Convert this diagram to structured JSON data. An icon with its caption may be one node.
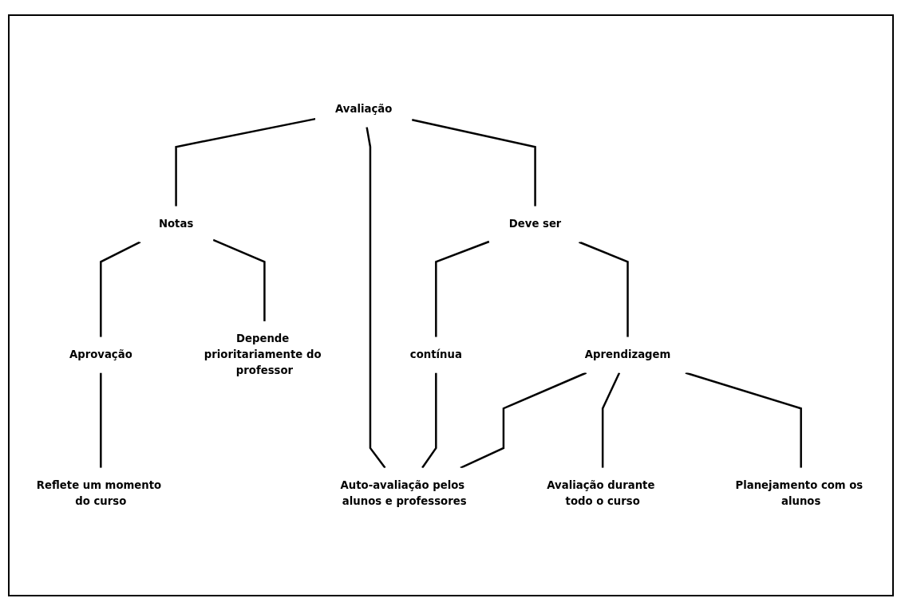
{
  "diagram": {
    "nodes": [
      {
        "text": [
          "Avaliação"
        ]
      },
      {
        "text": [
          "Notas"
        ]
      },
      {
        "text": [
          "Aprovação"
        ]
      },
      {
        "text": [
          "Depende prioritariamente do professor"
        ]
      },
      {
        "text": [
          "Reflete um momento do curso"
        ]
      },
      {
        "text": [
          "Deve ser"
        ]
      },
      {
        "text": [
          "contínua"
        ]
      },
      {
        "text": [
          "Aprendizagem"
        ]
      },
      {
        "text": [
          "Avaliação durante todo o curso"
        ]
      },
      {
        "text": [
          "Auto-avaliação pelos alunos e professores"
        ]
      },
      {
        "text": [
          "Planejamento com os alunos"
        ]
      }
    ],
    "edges": [
      {
        "from": 0,
        "to": 1,
        "arrow": "none"
      },
      {
        "from": 1,
        "to": 2,
        "arrow": "none"
      },
      {
        "from": 1,
        "to": 3,
        "arrow": "none"
      },
      {
        "from": 2,
        "to": 4,
        "arrow": "none"
      },
      {
        "from": 0,
        "to": 5,
        "arrow": "none"
      },
      {
        "from": 0,
        "to": 9,
        "arrow": "none"
      },
      {
        "from": 5,
        "to": 6,
        "arrow": "none"
      },
      {
        "from": 5,
        "to": 7,
        "arrow": "none"
      },
      {
        "from": 6,
        "to": 9,
        "arrow": "none"
      },
      {
        "from": 7,
        "to": 9,
        "arrow": "none"
      },
      {
        "from": 7,
        "to": 8,
        "arrow": "none"
      },
      {
        "from": 7,
        "to": 10,
        "arrow": "none"
      }
    ]
  }
}
